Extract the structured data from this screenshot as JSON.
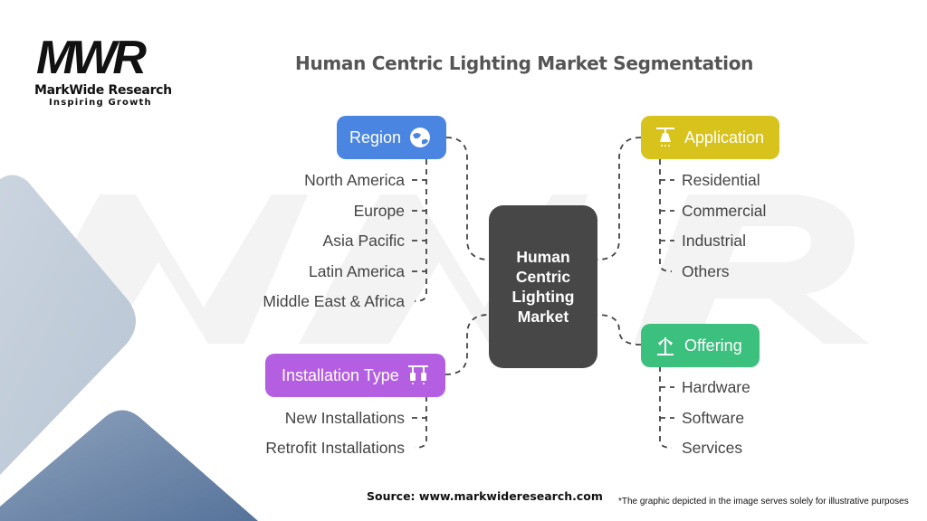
{
  "logo": {
    "mark": "MWR",
    "name": "MarkWide Research",
    "tagline": "Inspiring Growth"
  },
  "title": "Human Centric Lighting Market Segmentation",
  "center": "Human Centric Lighting Market",
  "colors": {
    "region": "#4A86E1",
    "application": "#D8C21C",
    "offering": "#3CC07E",
    "installation": "#B45FE2",
    "center": "#474747"
  },
  "segments": {
    "region": {
      "label": "Region",
      "icon": "globe-icon",
      "items": [
        "North America",
        "Europe",
        "Asia Pacific",
        "Latin America",
        "Middle East & Africa"
      ]
    },
    "application": {
      "label": "Application",
      "icon": "lamp-icon",
      "items": [
        "Residential",
        "Commercial",
        "Industrial",
        "Others"
      ]
    },
    "installation": {
      "label": "Installation Type",
      "icon": "pendant-lights-icon",
      "items": [
        "New Installations",
        "Retrofit Installations"
      ]
    },
    "offering": {
      "label": "Offering",
      "icon": "street-lamp-icon",
      "items": [
        "Hardware",
        "Software",
        "Services"
      ]
    }
  },
  "source": "Source: www.markwideresearch.com",
  "note": "*The graphic depicted in the image serves solely for illustrative purposes"
}
